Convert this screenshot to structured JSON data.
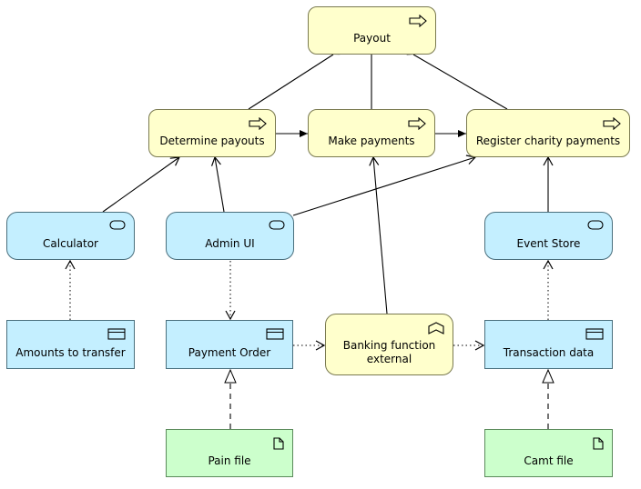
{
  "diagram": {
    "nodes": {
      "payout": {
        "label": "Payout",
        "kind": "process"
      },
      "determine_payouts": {
        "label": "Determine payouts",
        "kind": "process"
      },
      "make_payments": {
        "label": "Make payments",
        "kind": "process"
      },
      "register_charity_payments": {
        "label": "Register charity payments",
        "kind": "process"
      },
      "calculator": {
        "label": "Calculator",
        "kind": "application-service"
      },
      "admin_ui": {
        "label": "Admin UI",
        "kind": "application-service"
      },
      "event_store": {
        "label": "Event Store",
        "kind": "application-service"
      },
      "amounts_to_transfer": {
        "label": "Amounts to transfer",
        "kind": "data-object"
      },
      "payment_order": {
        "label": "Payment Order",
        "kind": "data-object"
      },
      "banking_function": {
        "label": "Banking function\nexternal",
        "kind": "business-function"
      },
      "transaction_data": {
        "label": "Transaction data",
        "kind": "data-object"
      },
      "pain_file": {
        "label": "Pain file",
        "kind": "artifact"
      },
      "camt_file": {
        "label": "Camt file",
        "kind": "artifact"
      }
    },
    "edges": [
      {
        "from": "payout",
        "to": "determine_payouts",
        "type": "composition"
      },
      {
        "from": "payout",
        "to": "make_payments",
        "type": "composition"
      },
      {
        "from": "payout",
        "to": "register_charity_payments",
        "type": "composition"
      },
      {
        "from": "determine_payouts",
        "to": "make_payments",
        "type": "triggering"
      },
      {
        "from": "make_payments",
        "to": "register_charity_payments",
        "type": "triggering"
      },
      {
        "from": "calculator",
        "to": "determine_payouts",
        "type": "serving"
      },
      {
        "from": "admin_ui",
        "to": "determine_payouts",
        "type": "serving"
      },
      {
        "from": "admin_ui",
        "to": "register_charity_payments",
        "type": "serving"
      },
      {
        "from": "event_store",
        "to": "register_charity_payments",
        "type": "serving"
      },
      {
        "from": "banking_function",
        "to": "make_payments",
        "type": "serving"
      },
      {
        "from": "amounts_to_transfer",
        "to": "calculator",
        "type": "access"
      },
      {
        "from": "admin_ui",
        "to": "payment_order",
        "type": "access"
      },
      {
        "from": "payment_order",
        "to": "banking_function",
        "type": "access"
      },
      {
        "from": "banking_function",
        "to": "transaction_data",
        "type": "access"
      },
      {
        "from": "transaction_data",
        "to": "event_store",
        "type": "access"
      },
      {
        "from": "pain_file",
        "to": "payment_order",
        "type": "realization"
      },
      {
        "from": "camt_file",
        "to": "transaction_data",
        "type": "realization"
      }
    ],
    "colors": {
      "process_fill": "#ffffcc",
      "application_fill": "#c4efff",
      "artifact_fill": "#ccffcc",
      "line": "#000000"
    }
  }
}
